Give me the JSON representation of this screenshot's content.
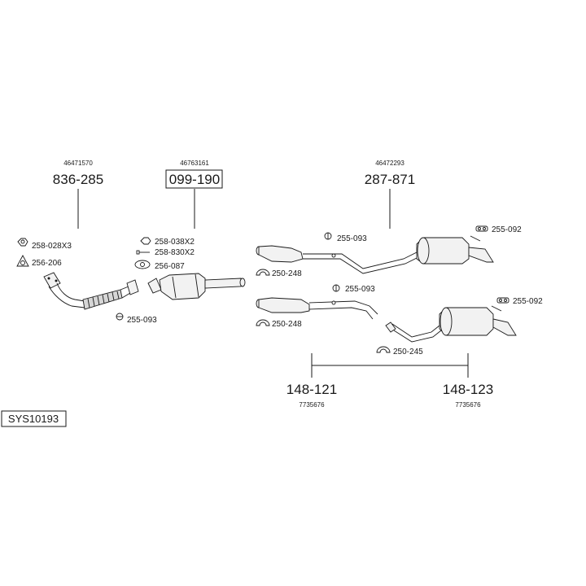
{
  "assembly": {
    "system_code": "SYS10193",
    "parts": [
      {
        "part_no": "836-285",
        "oem": "46471570"
      },
      {
        "part_no": "099-190",
        "oem": "46763161",
        "boxed": true
      },
      {
        "part_no": "287-871",
        "oem": "46472293"
      },
      {
        "part_no": "148-121",
        "oem": "7735676"
      },
      {
        "part_no": "148-123",
        "oem": "7735676"
      }
    ],
    "hardware": [
      {
        "code": "258-028X3",
        "icon": "hex-nut-icon"
      },
      {
        "code": "256-206",
        "icon": "gasket-triangle-icon"
      },
      {
        "code": "255-093",
        "icon": "rubber-mount-icon"
      },
      {
        "code": "258-038X2",
        "icon": "hex-nut-icon"
      },
      {
        "code": "258-830X2",
        "icon": "bolt-icon"
      },
      {
        "code": "256-087",
        "icon": "gasket-flange-icon"
      },
      {
        "code": "255-093",
        "icon": "rubber-mount-icon"
      },
      {
        "code": "250-248",
        "icon": "clamp-icon"
      },
      {
        "code": "255-092",
        "icon": "rubber-hanger-icon"
      },
      {
        "code": "255-093",
        "icon": "rubber-mount-icon"
      },
      {
        "code": "250-248",
        "icon": "clamp-icon"
      },
      {
        "code": "255-092",
        "icon": "rubber-hanger-icon"
      },
      {
        "code": "250-245",
        "icon": "clamp-icon"
      }
    ]
  }
}
